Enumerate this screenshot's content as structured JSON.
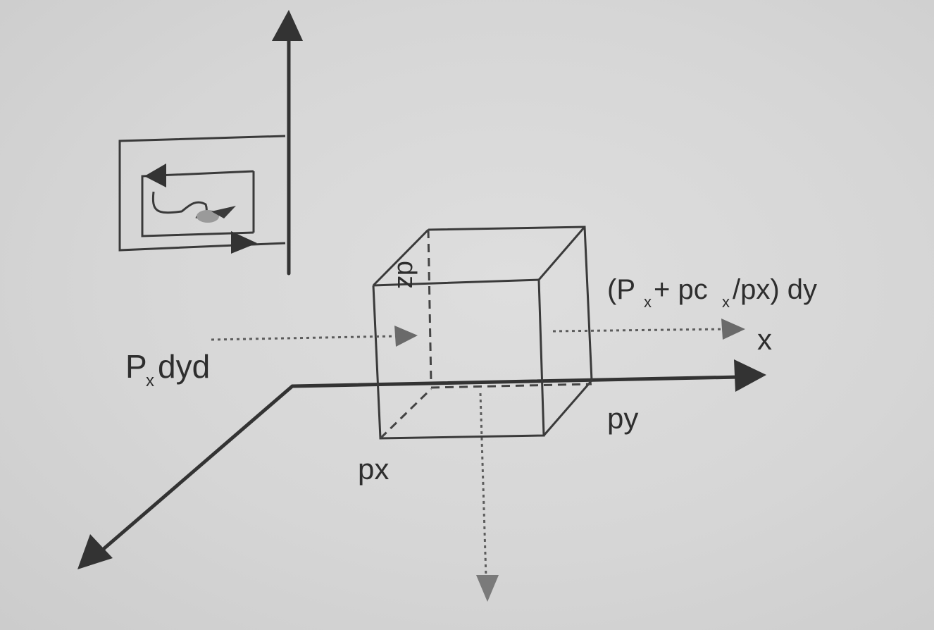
{
  "labels": {
    "dz": "dz",
    "px_dyd": "dyd",
    "px_dyd_base": "P",
    "px_dyd_sub": "x",
    "right_flux_open": "(P",
    "right_flux_sub1": "x",
    "right_flux_mid": "+ pc",
    "right_flux_sub2": "x",
    "right_flux_close": "/px) dy",
    "x_axis": "x",
    "px": "px",
    "py": "py"
  },
  "colors": {
    "background": "#d8d8d8",
    "ink": "#333333"
  }
}
